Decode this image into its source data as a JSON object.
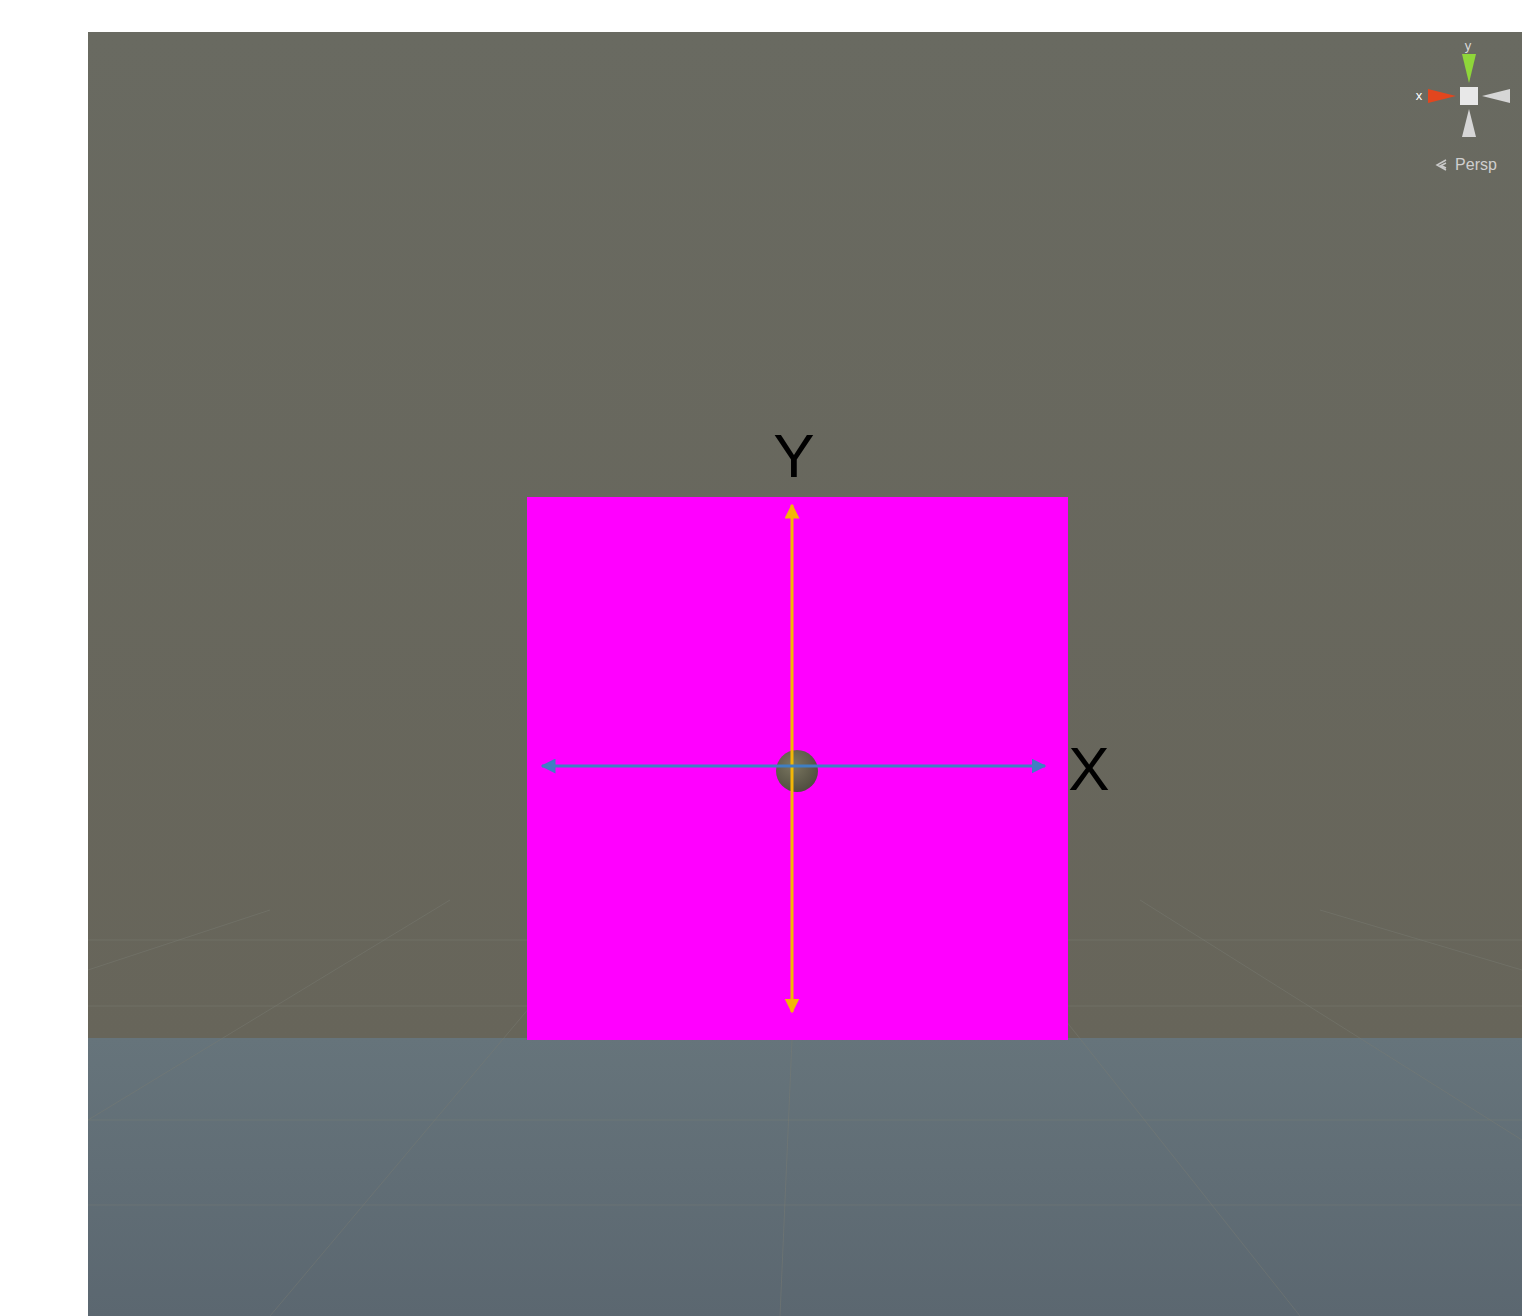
{
  "diagram": {
    "labels": [
      "Y",
      "X",
      "y",
      "x",
      "Persp"
    ]
  }
}
